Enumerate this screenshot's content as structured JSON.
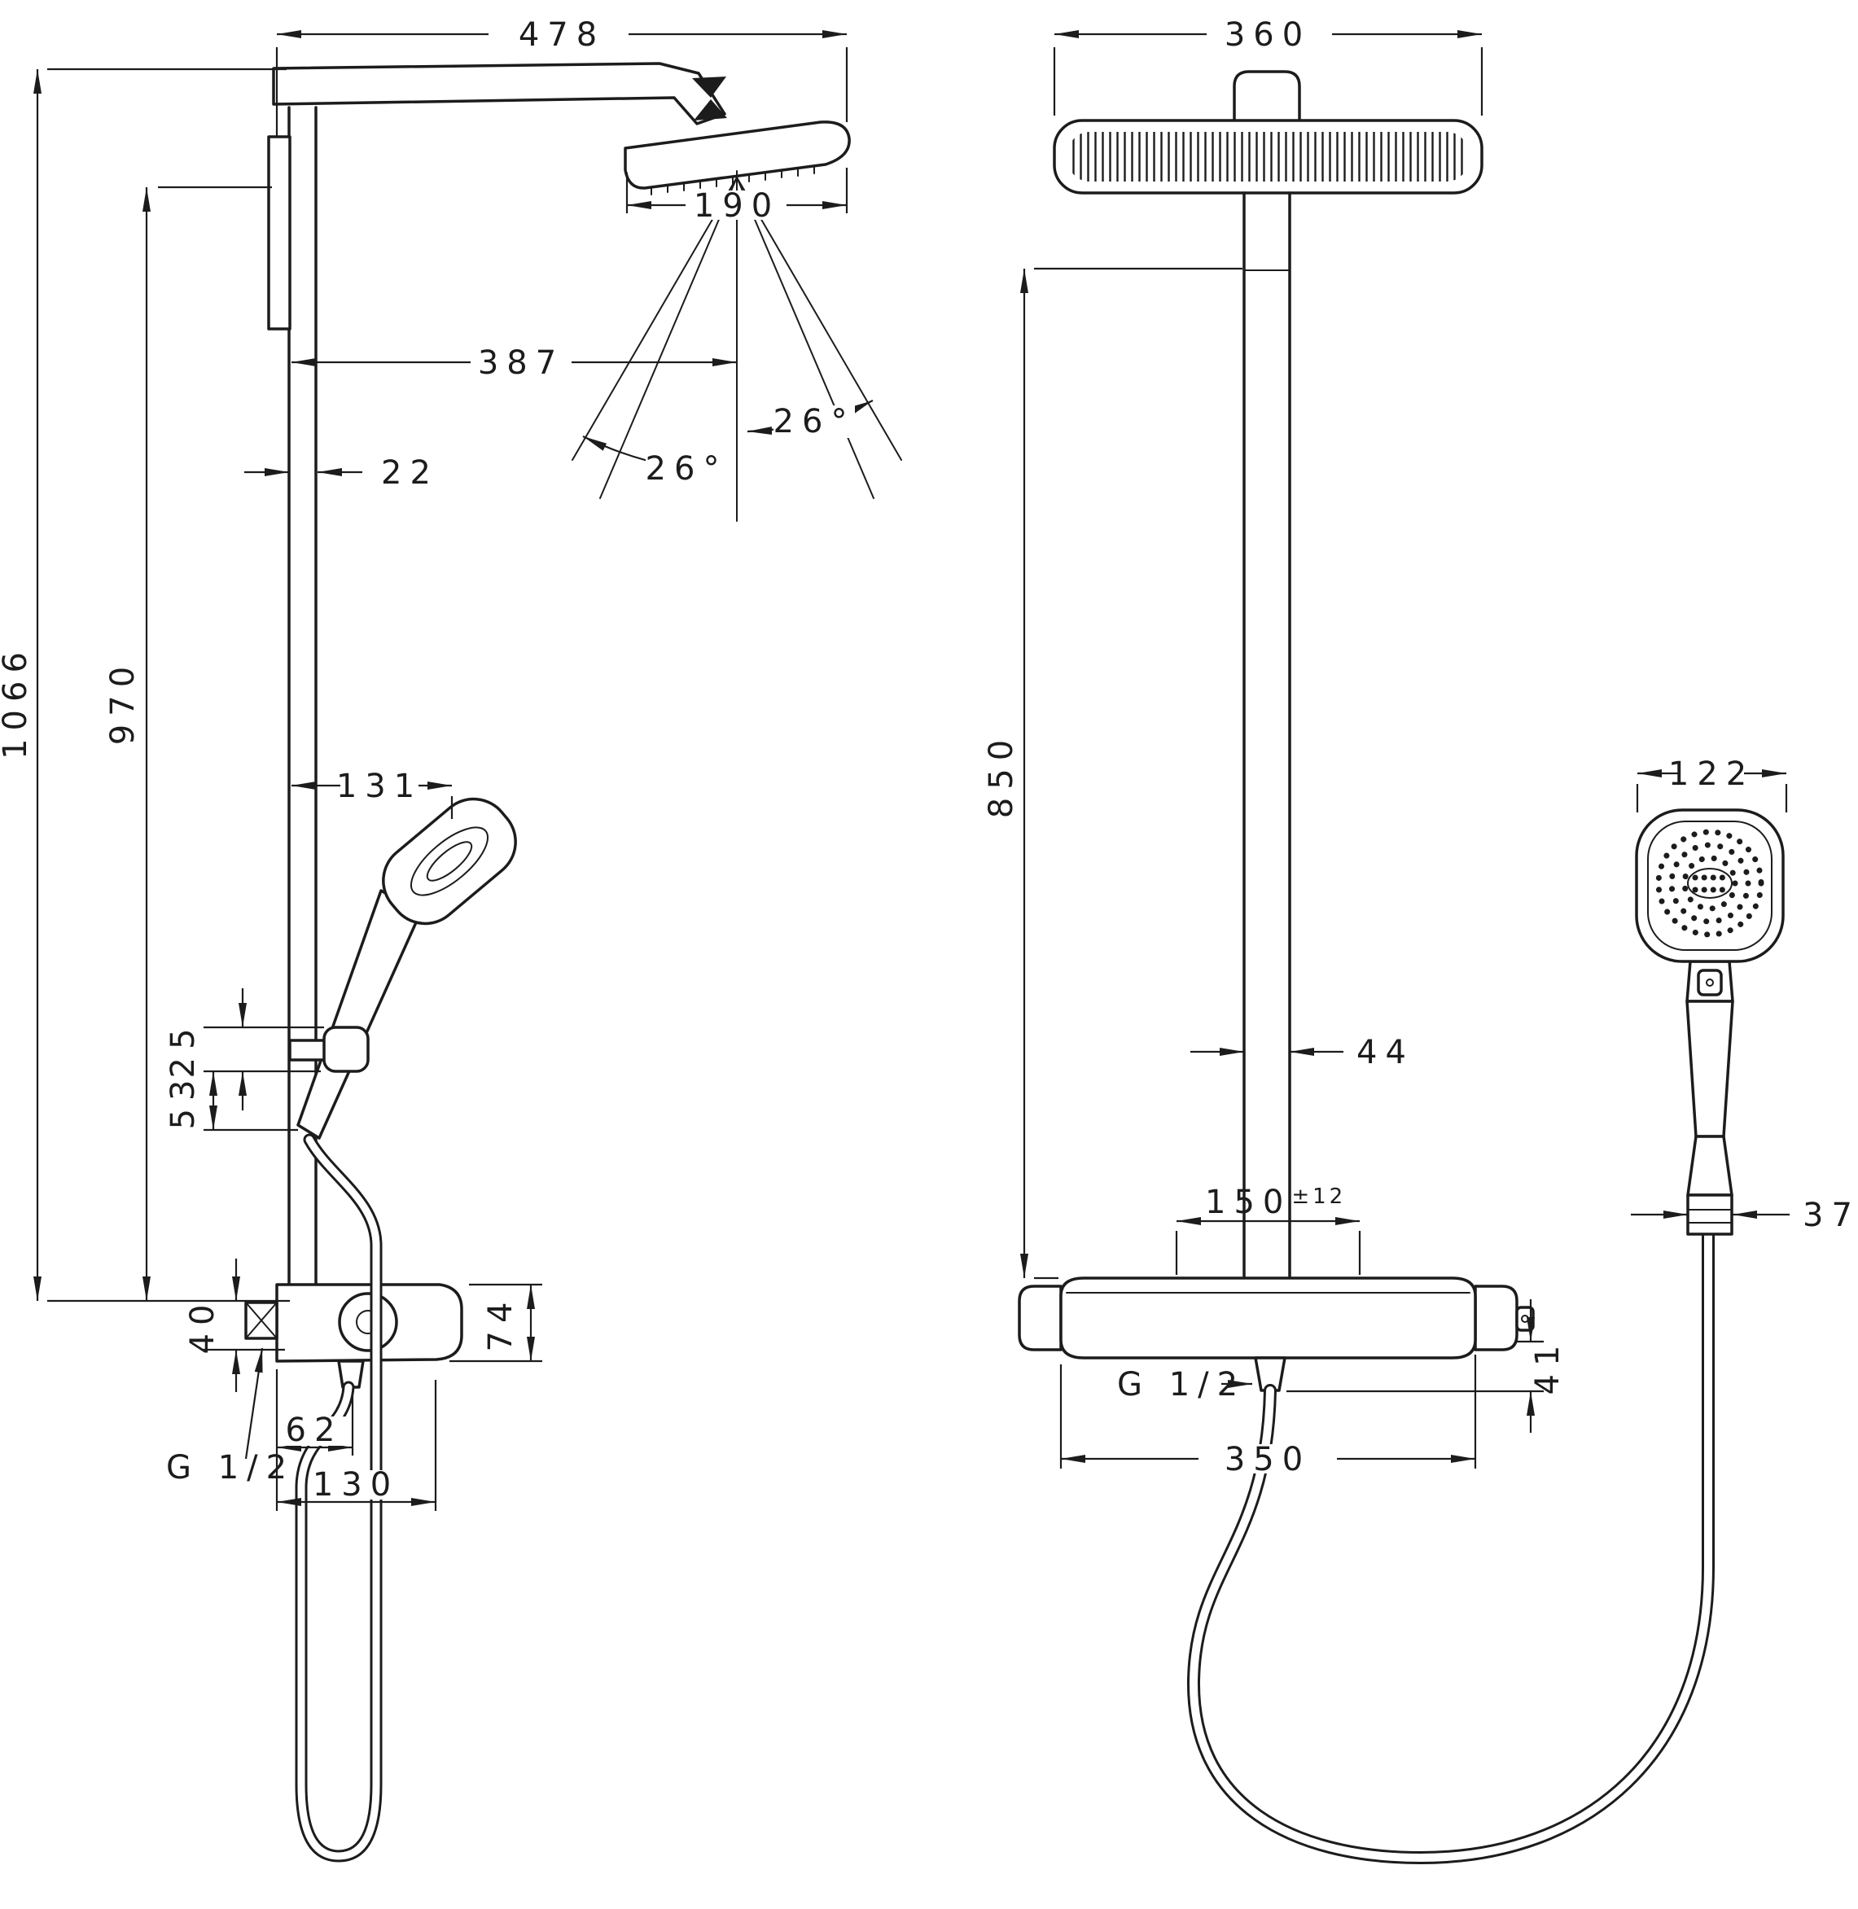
{
  "colors": {
    "line": "#1c1c1c",
    "background": "#ffffff"
  },
  "dims": {
    "d478": "478",
    "d1066": "1066",
    "d970": "970",
    "d387": "387",
    "d22": "22",
    "a26_left": "26°",
    "a26_right": "26°",
    "d190": "190",
    "d131": "131",
    "d25": "25",
    "d53": "53",
    "d74": "74",
    "d40": "40",
    "g12_left": "G 1/2",
    "d62": "62",
    "d130": "130",
    "d360": "360",
    "d850": "850",
    "d44": "44",
    "d122": "122",
    "d37": "37",
    "d150_base": "150",
    "d150_tol": "±12",
    "d41": "41",
    "g12_right": "G 1/2",
    "d350": "350"
  }
}
